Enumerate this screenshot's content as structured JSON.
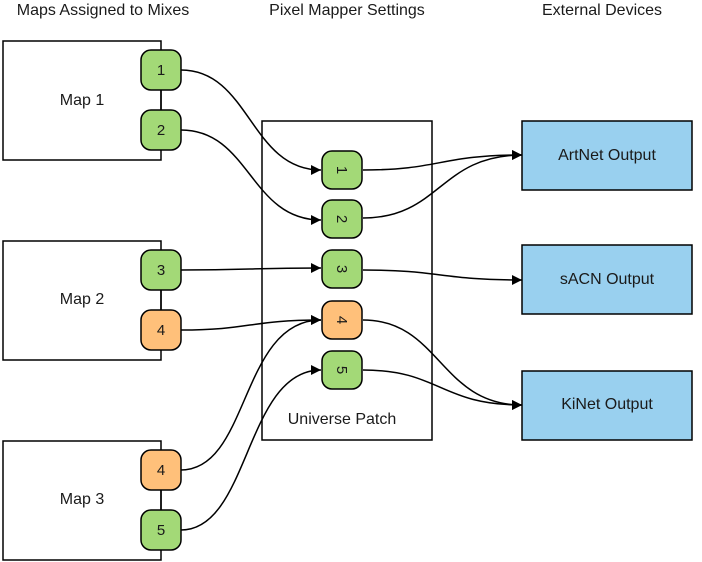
{
  "headers": {
    "maps": "Maps Assigned to Mixes",
    "mapper": "Pixel Mapper Settings",
    "devices": "External Devices"
  },
  "maps": [
    {
      "label": "Map 1",
      "ports": [
        "1",
        "2"
      ]
    },
    {
      "label": "Map 2",
      "ports": [
        "3",
        "4"
      ]
    },
    {
      "label": "Map 3",
      "ports": [
        "4",
        "5"
      ]
    }
  ],
  "patch": {
    "label": "Universe Patch",
    "slots": [
      "1",
      "2",
      "3",
      "4",
      "5"
    ]
  },
  "devices": [
    {
      "label": "ArtNet Output"
    },
    {
      "label": "sACN Output"
    },
    {
      "label": "KiNet Output"
    }
  ],
  "colors": {
    "green_port": "#a3d977",
    "orange_port": "#ffc07a",
    "device_fill": "#99d0ef",
    "stroke": "#000000"
  }
}
